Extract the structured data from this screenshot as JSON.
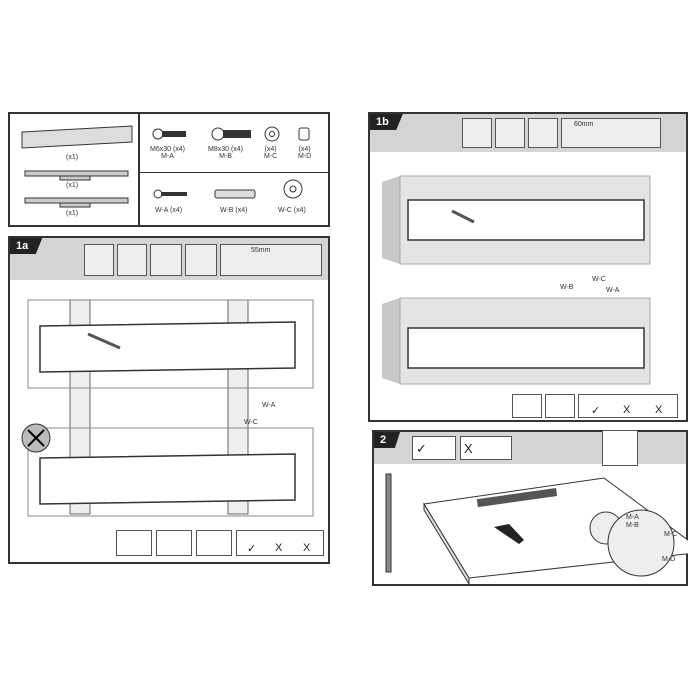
{
  "parts": {
    "bracket_qty": [
      "(x1)",
      "(x1)",
      "(x1)"
    ],
    "hardware_m": [
      {
        "size": "M6x30 (x4)",
        "code": "M-A"
      },
      {
        "size": "M8x30 (x4)",
        "code": "M-B"
      },
      {
        "size": "(x4)",
        "code": "M-C"
      },
      {
        "size": "(x4)",
        "code": "M-D"
      }
    ],
    "hardware_w": [
      "W-A (x4)",
      "W-B (x4)",
      "W-C (x4)"
    ]
  },
  "step_1a": {
    "label": "1a",
    "drill_depth": "55mm",
    "callouts": [
      "W-A",
      "W-C"
    ],
    "checks": [
      "✓",
      "X",
      "X"
    ]
  },
  "step_1b": {
    "label": "1b",
    "drill_depth": "60mm",
    "callouts": [
      "W-B",
      "W-C",
      "W-A"
    ],
    "checks": [
      "✓",
      "X",
      "X"
    ]
  },
  "step_2": {
    "label": "2",
    "ok": "✓",
    "no": "X",
    "callouts": [
      "M-A",
      "M-B",
      "M-C",
      "M-D"
    ]
  }
}
